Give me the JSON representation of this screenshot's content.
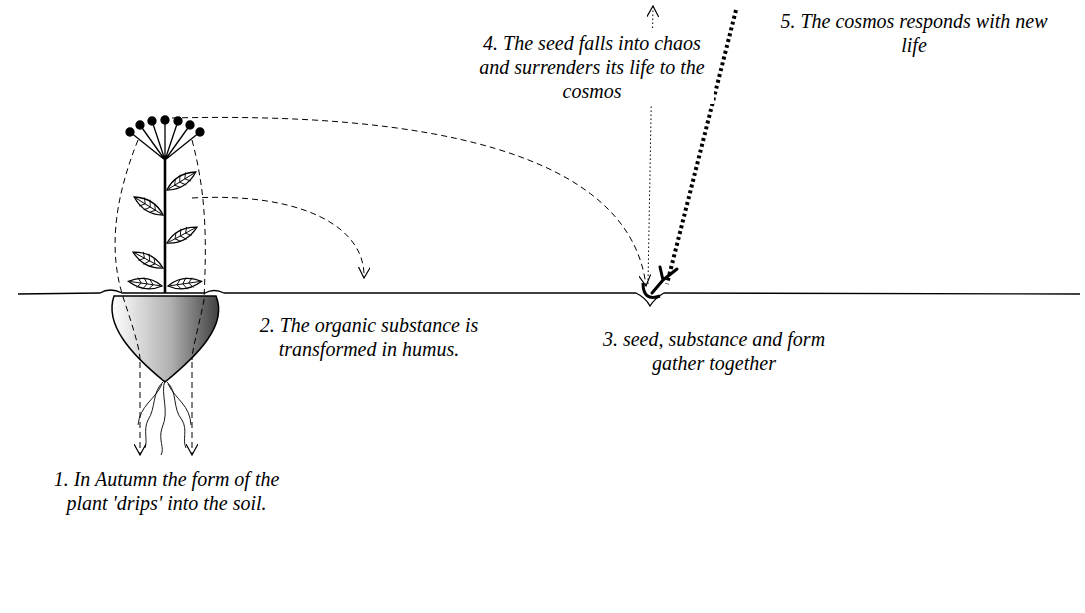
{
  "diagram": {
    "labels": [
      "1. In Autumn the form of the plant 'drips' into the soil.",
      "2. The organic substance is transformed in humus.",
      "3. seed, substance and form gather together",
      "4. The seed falls into chaos and surrenders its life to the cosmos",
      "5. The cosmos responds with new life"
    ]
  }
}
